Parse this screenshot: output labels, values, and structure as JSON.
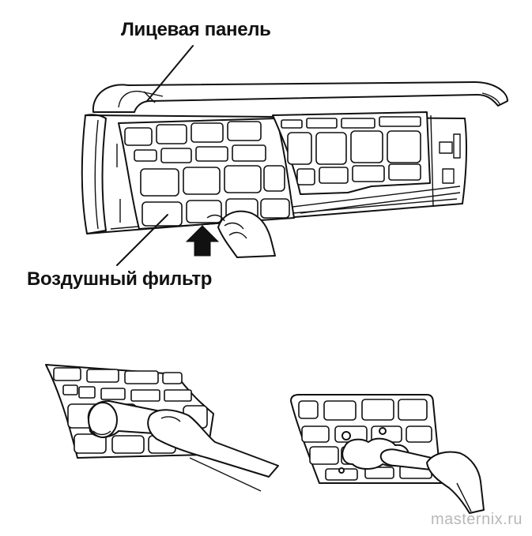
{
  "labels": {
    "front_panel": "Лицевая панель",
    "air_filter": "Воздушный фильтр"
  },
  "watermark": "masternix.ru",
  "colors": {
    "line": "#111111",
    "background": "#ffffff",
    "watermark": "#b8b8b8"
  }
}
